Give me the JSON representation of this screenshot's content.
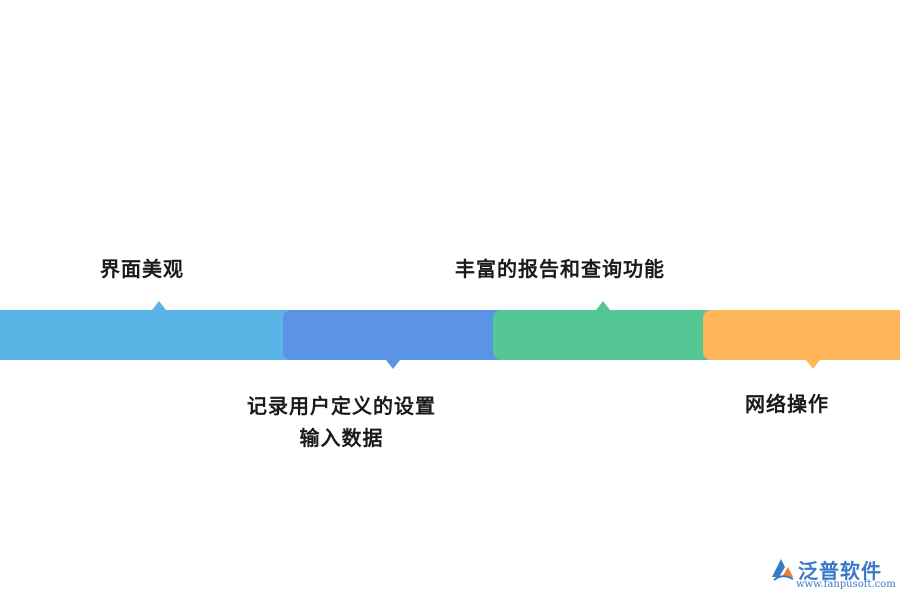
{
  "timeline": {
    "segments": [
      {
        "label": "界面美观",
        "color": "#5ab4e5",
        "pointer": "up"
      },
      {
        "label_lines": [
          "记录用户定义的设置",
          "输入数据"
        ],
        "color": "#5b93e6",
        "pointer": "down"
      },
      {
        "label": "丰富的报告和查询功能",
        "color": "#55c795",
        "pointer": "up"
      },
      {
        "label": "网络操作",
        "color": "#ffb65a",
        "pointer": "down"
      }
    ]
  },
  "watermark": {
    "brand": "泛普软件",
    "url": "www.fanpusoft.com",
    "color": "#3a79c8",
    "accent": "#f07f2a",
    "icon": "fanpu-logo-icon"
  }
}
